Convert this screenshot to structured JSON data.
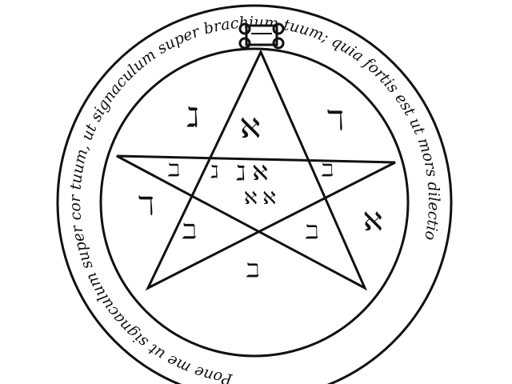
{
  "seal": {
    "ring_inscription": "Pone me ut signaculum super cor tuum, ut signaculum super brachium tuum; quia fortis est ut mors dilectio",
    "colors": {
      "ink": "#111111",
      "paper": "#ffffff"
    },
    "ornament": "scroll-ornament at top of ring",
    "glyphs": {
      "top_point": "ℵ",
      "upper_left": "ℷ",
      "upper_right": "ℸ",
      "left_point": "ℸ",
      "right_point": "ℵ",
      "pentagon_top": "ℷ ℵ",
      "pentagon_center": "ℵ ℵ",
      "inner_left": "ℶ",
      "inner_right": "ℶ",
      "lower_left": "ℶ",
      "lower_right": "ℶ",
      "bottom_center": "ℶ",
      "inner_top_left": "ℷ"
    }
  }
}
